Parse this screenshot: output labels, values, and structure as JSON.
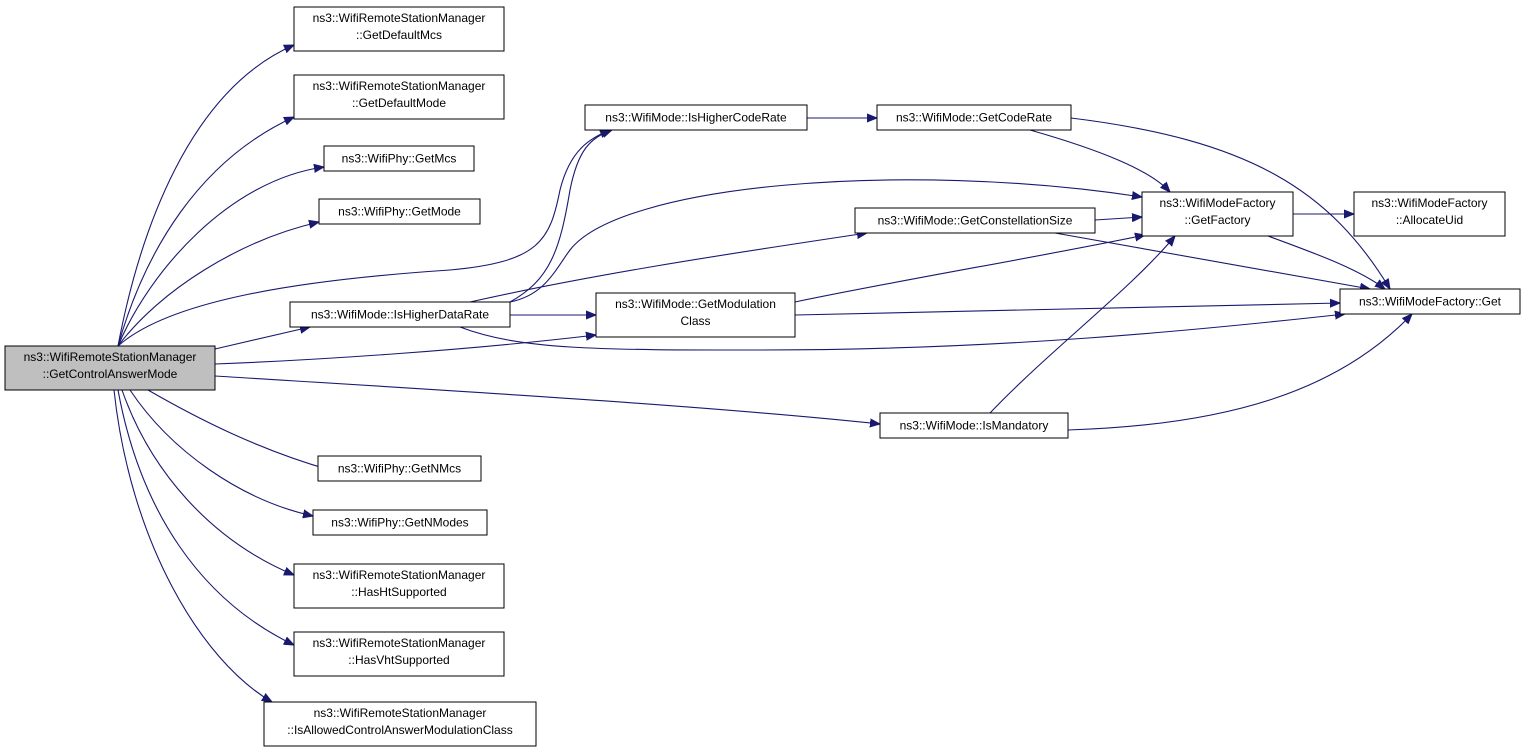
{
  "diagram": {
    "root": "n_root",
    "nodes": {
      "n_root": {
        "lines": [
          "ns3::WifiRemoteStationManager",
          "::GetControlAnswerMode"
        ],
        "root": true
      },
      "n_defmcs": {
        "lines": [
          "ns3::WifiRemoteStationManager",
          "::GetDefaultMcs"
        ]
      },
      "n_defmode": {
        "lines": [
          "ns3::WifiRemoteStationManager",
          "::GetDefaultMode"
        ]
      },
      "n_getmcs": {
        "lines": [
          "ns3::WifiPhy::GetMcs"
        ]
      },
      "n_getmode": {
        "lines": [
          "ns3::WifiPhy::GetMode"
        ]
      },
      "n_hidr": {
        "lines": [
          "ns3::WifiMode::IsHigherDataRate"
        ]
      },
      "n_getnmcs": {
        "lines": [
          "ns3::WifiPhy::GetNMcs"
        ]
      },
      "n_getnmodes": {
        "lines": [
          "ns3::WifiPhy::GetNModes"
        ]
      },
      "n_hasht": {
        "lines": [
          "ns3::WifiRemoteStationManager",
          "::HasHtSupported"
        ]
      },
      "n_hasvht": {
        "lines": [
          "ns3::WifiRemoteStationManager",
          "::HasVhtSupported"
        ]
      },
      "n_isallowed": {
        "lines": [
          "ns3::WifiRemoteStationManager",
          "::IsAllowedControlAnswerModulationClass"
        ]
      },
      "n_hicr": {
        "lines": [
          "ns3::WifiMode::IsHigherCodeRate"
        ]
      },
      "n_getmodclass": {
        "lines": [
          "ns3::WifiMode::GetModulation",
          "Class"
        ]
      },
      "n_getcodrate": {
        "lines": [
          "ns3::WifiMode::GetCodeRate"
        ]
      },
      "n_getconst": {
        "lines": [
          "ns3::WifiMode::GetConstellationSize"
        ]
      },
      "n_ismand": {
        "lines": [
          "ns3::WifiMode::IsMandatory"
        ]
      },
      "n_getfactory": {
        "lines": [
          "ns3::WifiModeFactory",
          "::GetFactory"
        ]
      },
      "n_allocuid": {
        "lines": [
          "ns3::WifiModeFactory",
          "::AllocateUid"
        ]
      },
      "n_get": {
        "lines": [
          "ns3::WifiModeFactory::Get"
        ]
      }
    },
    "edges": [
      [
        "n_root",
        "n_defmcs"
      ],
      [
        "n_root",
        "n_defmode"
      ],
      [
        "n_root",
        "n_getmcs"
      ],
      [
        "n_root",
        "n_getmode"
      ],
      [
        "n_root",
        "n_hicr"
      ],
      [
        "n_root",
        "n_hidr"
      ],
      [
        "n_root",
        "n_getmodclass"
      ],
      [
        "n_root",
        "n_ismand"
      ],
      [
        "n_root",
        "n_getnmcs"
      ],
      [
        "n_root",
        "n_getnmodes"
      ],
      [
        "n_root",
        "n_hasht"
      ],
      [
        "n_root",
        "n_hasvht"
      ],
      [
        "n_root",
        "n_isallowed"
      ],
      [
        "n_hidr",
        "n_hicr"
      ],
      [
        "n_hidr",
        "n_getfactory"
      ],
      [
        "n_hidr",
        "n_getconst"
      ],
      [
        "n_hidr",
        "n_getmodclass"
      ],
      [
        "n_hidr",
        "n_get"
      ],
      [
        "n_hicr",
        "n_getcodrate"
      ],
      [
        "n_getcodrate",
        "n_getfactory"
      ],
      [
        "n_getcodrate",
        "n_get"
      ],
      [
        "n_getconst",
        "n_getfactory"
      ],
      [
        "n_getconst",
        "n_get"
      ],
      [
        "n_getmodclass",
        "n_getfactory"
      ],
      [
        "n_getmodclass",
        "n_get"
      ],
      [
        "n_ismand",
        "n_getfactory"
      ],
      [
        "n_ismand",
        "n_get"
      ],
      [
        "n_getfactory",
        "n_allocuid"
      ],
      [
        "n_getfactory",
        "n_get"
      ]
    ]
  }
}
